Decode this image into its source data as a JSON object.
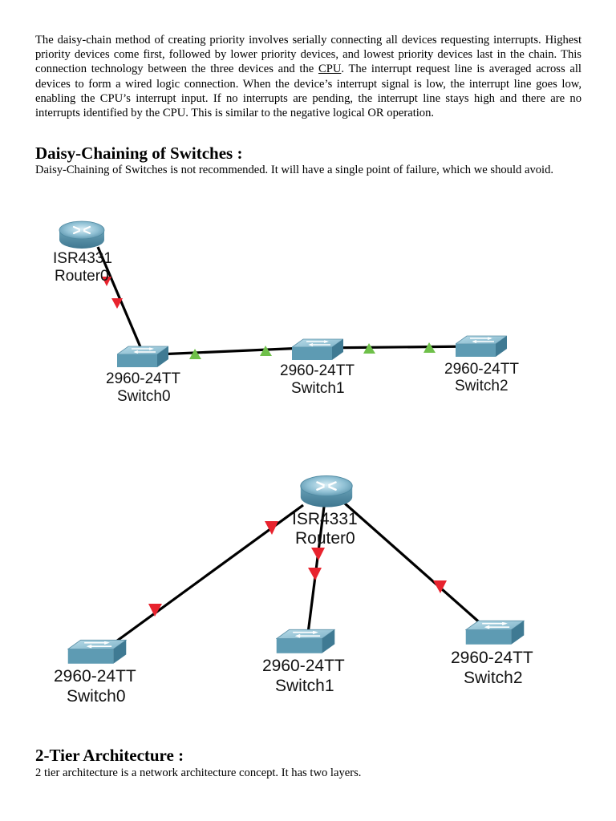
{
  "paragraph1": {
    "part1": "The daisy-chain method of creating priority involves serially connecting all devices requesting interrupts. Highest priority devices come first, followed by lower priority devices, and lowest priority devices last in the chain. This connection technology between the three devices and the ",
    "link": "CPU",
    "part2": ". The interrupt request line is averaged across all devices to form a wired logic connection. When the device’s interrupt signal is low, the interrupt line goes low, enabling the CPU’s interrupt input. If no interrupts are pending, the interrupt line stays high and there are no interrupts identified by the CPU. This is similar to the negative logical OR operation."
  },
  "section1": {
    "heading": "Daisy-Chaining of Switches :",
    "text": "Daisy-Chaining of Switches is not recommended. It will have a single point of failure, which we should avoid."
  },
  "diagram1": {
    "router": {
      "model": "ISR4331",
      "name": "Router0"
    },
    "switches": [
      {
        "model": "2960-24TT",
        "name": "Switch0"
      },
      {
        "model": "2960-24TT",
        "name": "Switch1"
      },
      {
        "model": "2960-24TT",
        "name": "Switch2"
      }
    ]
  },
  "diagram2": {
    "router": {
      "model": "ISR4331",
      "name": "Router0"
    },
    "switches": [
      {
        "model": "2960-24TT",
        "name": "Switch0"
      },
      {
        "model": "2960-24TT",
        "name": "Switch1"
      },
      {
        "model": "2960-24TT",
        "name": "Switch2"
      }
    ]
  },
  "section2": {
    "heading": "2-Tier Architecture :",
    "text": "2 tier architecture is a network architecture concept. It has two layers."
  },
  "colors": {
    "link_down": "#e8232e",
    "link_up": "#6fc04a",
    "cable": "#000000",
    "device_body": "#5e9bb3"
  }
}
